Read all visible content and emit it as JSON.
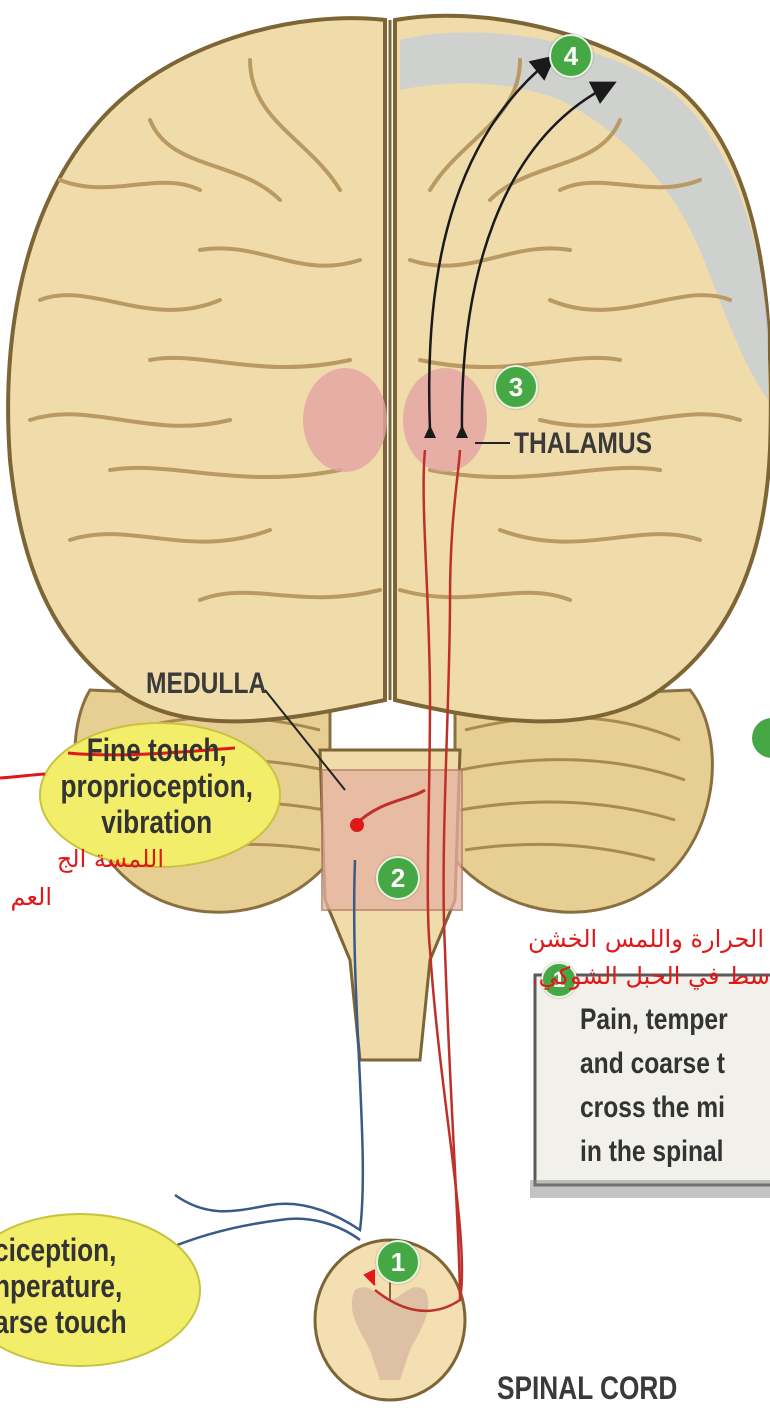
{
  "labels": {
    "thalamus": "THALAMUS",
    "medulla": "MEDULLA",
    "spinal_cord": "SPINAL CORD"
  },
  "steps": [
    "1",
    "2",
    "3",
    "4"
  ],
  "fine_touch_box": {
    "line1": "Fine touch,",
    "line2": "proprioception,",
    "line3": "vibration"
  },
  "nociception_box": {
    "line1": "ciception,",
    "line2": "nperature,",
    "line3": "arse touch"
  },
  "info_box": {
    "line1": "Pain, temper",
    "line2": "and coarse t",
    "line3": "cross the mi",
    "line4": "in the spinal"
  },
  "arabic_notes": {
    "left_line1": "اللمسة الج",
    "left_line2": "العم",
    "right_line1": "الحرارة واللمس الخشن",
    "right_line2": "سط في الحبل الشوكي."
  },
  "colors": {
    "brain": "#f0dcaa",
    "cortex_highlight": "#c9cfd6",
    "thalamus": "#e3a3a3",
    "pathway_red": "#c0302a",
    "pathway_blue": "#3a5a88",
    "step_badge": "#46a844",
    "ellipse": "#f2ee6a",
    "annotation": "#e01818"
  }
}
